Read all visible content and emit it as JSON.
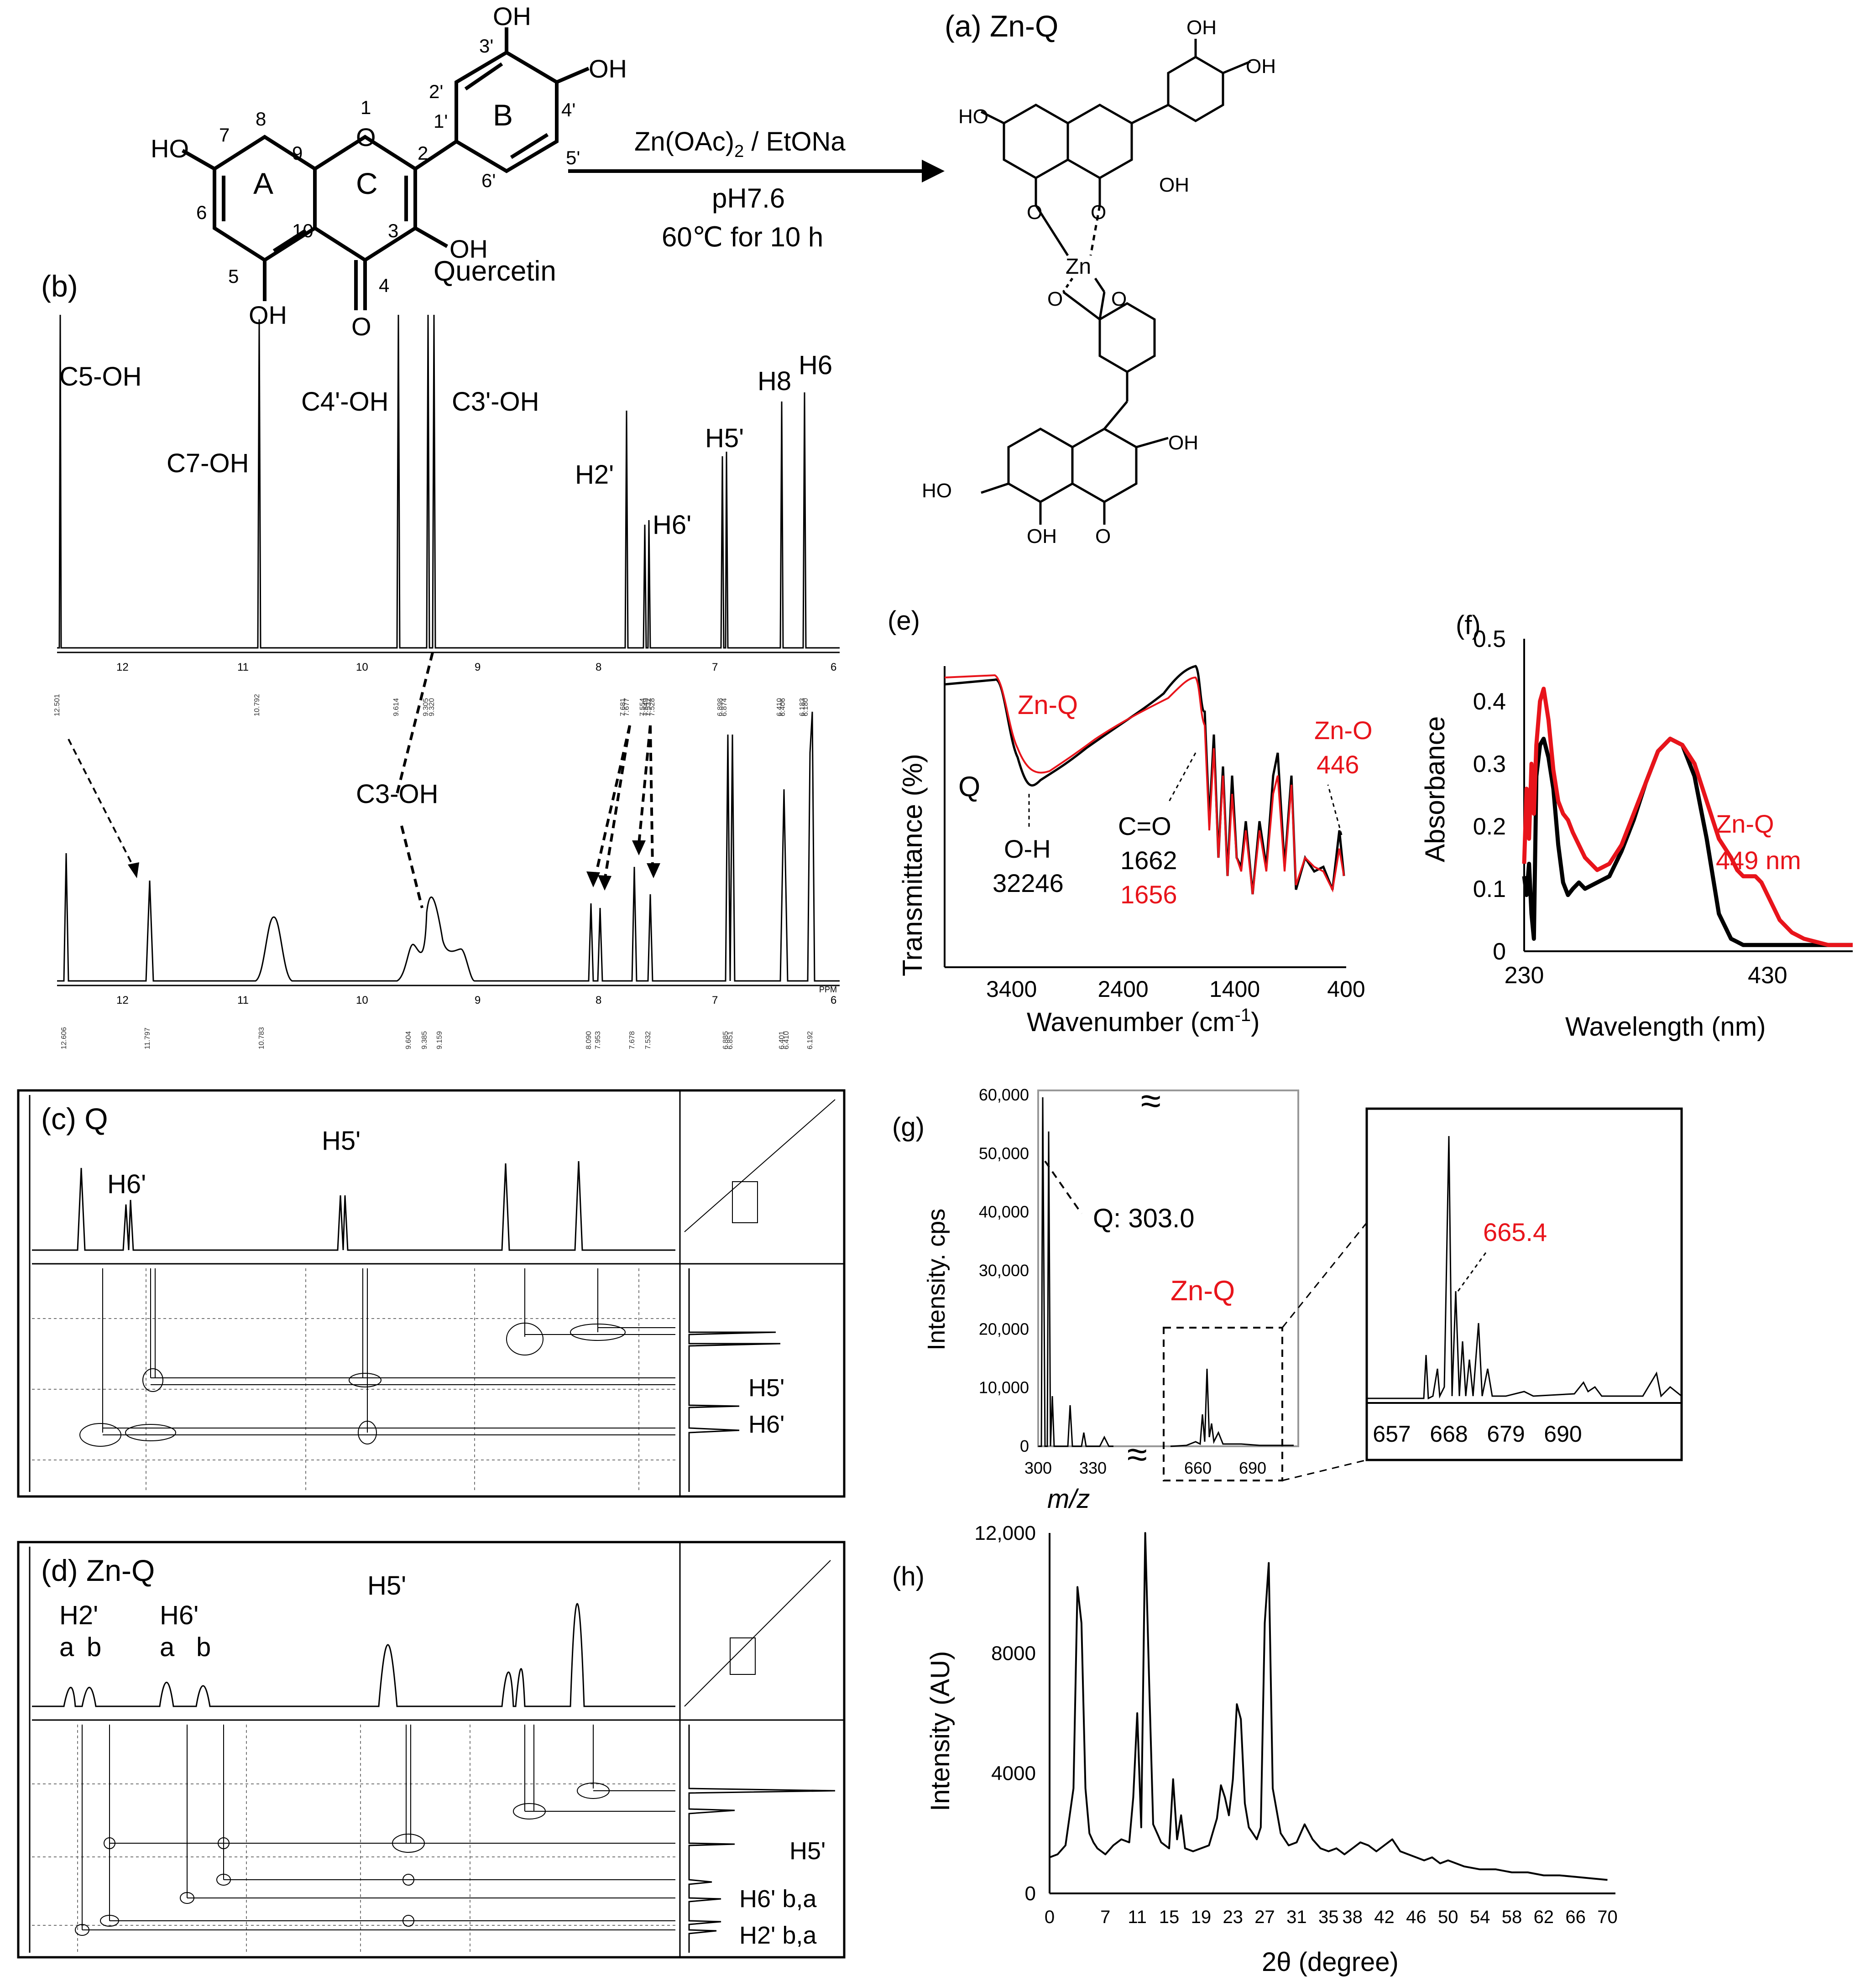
{
  "colors": {
    "black": "#000000",
    "red": "#e8141b",
    "grid": "#777777"
  },
  "scheme": {
    "panel_a_label": "(a) Zn-Q",
    "quercetin_label": "Quercetin",
    "atom_numbers": [
      "1",
      "2",
      "3",
      "4",
      "5",
      "6",
      "7",
      "8",
      "9",
      "10",
      "1'",
      "2'",
      "3'",
      "4'",
      "5'",
      "6'"
    ],
    "ring_labels": [
      "A",
      "B",
      "C"
    ],
    "group_HO": "HO",
    "group_OH": "OH",
    "group_O": "O",
    "metal": "Zn",
    "reagent": "Zn(OAc)",
    "reagent_sub": "2",
    "reagent_tail": " / EtONa",
    "condition_ph": "pH7.6",
    "condition_temp": "60℃ for 10 h"
  },
  "panel_b": {
    "label": "(b)",
    "peak_labels": [
      "C5-OH",
      "C7-OH",
      "C4'-OH",
      "C3'-OH",
      "H2'",
      "H6'",
      "H5'",
      "H8",
      "H6"
    ],
    "c3_label": "C3-OH",
    "top_axis_ticks": [
      "12",
      "11",
      "10",
      "9",
      "8",
      "7",
      "6"
    ],
    "bottom_axis_ticks": [
      "12",
      "11",
      "10",
      "9",
      "8",
      "7",
      "6"
    ],
    "ppm": "PPM",
    "top_integrals": [
      "12.501",
      "10.792",
      "9.614",
      "9.305",
      "9.320",
      "7.681",
      "7.677",
      "7.554",
      "7.549",
      "7.532",
      "7.528",
      "6.898",
      "6.874",
      "6.410",
      "6.406",
      "6.183",
      "6.180"
    ],
    "bottom_integrals": [
      "12.606",
      "11.797",
      "10.783",
      "9.604",
      "9.385",
      "9.159",
      "8.090",
      "7.953",
      "7.678",
      "7.532",
      "6.885",
      "6.851",
      "6.401",
      "6.410",
      "6.192"
    ]
  },
  "panel_c": {
    "label": "(c) Q",
    "top_labels": [
      "H6'",
      "H5'"
    ],
    "side_labels": [
      "H5'",
      "H6'"
    ]
  },
  "panel_d": {
    "label": "(d) Zn-Q",
    "top_labels": [
      "H2'",
      "H6'",
      "H5'"
    ],
    "sub_labels": [
      "a",
      "b",
      "a",
      "b"
    ],
    "side_labels": [
      "H5'",
      "H6' b,a",
      "H2' b,a"
    ]
  },
  "chart_data": [
    {
      "panel": "(e)",
      "type": "line",
      "xlabel": "Wavenumber (cm",
      "xlabel_sup": "-1",
      "xlabel_end": ")",
      "ylabel": "Transmittance (%)",
      "xticks": [
        "3400",
        "2400",
        "1400",
        "400"
      ],
      "xlim": [
        4000,
        400
      ],
      "series": [
        {
          "name": "Q",
          "color": "#000000"
        },
        {
          "name": "Zn-Q",
          "color": "#e8141b"
        }
      ],
      "annotations": {
        "oh": "O-H",
        "oh_value": "32246",
        "co": "C=O",
        "co_q": "1662",
        "co_znq": "1656",
        "zno": "Zn-O",
        "zno_value": "446"
      }
    },
    {
      "panel": "(f)",
      "type": "line",
      "xlabel": "Wavelength (nm)",
      "ylabel": "Absorbance",
      "xticks": [
        "230",
        "430"
      ],
      "yticks": [
        "0",
        "0.1",
        "0.2",
        "0.3",
        "0.4",
        "0.5"
      ],
      "xlim": [
        230,
        500
      ],
      "ylim": [
        0,
        0.5
      ],
      "series": [
        {
          "name": "Q",
          "color": "#000000",
          "x": [
            230,
            232,
            234,
            236,
            238,
            240,
            243,
            246,
            250,
            254,
            258,
            262,
            266,
            270,
            275,
            280,
            290,
            300,
            310,
            320,
            330,
            340,
            350,
            360,
            370,
            380,
            390,
            400,
            405,
            410,
            415,
            420,
            425,
            430,
            440,
            450,
            460,
            480,
            500
          ],
          "y": [
            0.12,
            0.09,
            0.14,
            0.06,
            0.02,
            0.28,
            0.33,
            0.34,
            0.31,
            0.26,
            0.17,
            0.11,
            0.09,
            0.1,
            0.11,
            0.1,
            0.11,
            0.12,
            0.16,
            0.21,
            0.27,
            0.32,
            0.34,
            0.33,
            0.28,
            0.18,
            0.06,
            0.02,
            0.015,
            0.01,
            0.01,
            0.01,
            0.01,
            0.01,
            0.01,
            0.01,
            0.01,
            0.01,
            0.01
          ]
        },
        {
          "name": "Zn-Q",
          "color": "#e8141b",
          "x": [
            230,
            232,
            234,
            236,
            238,
            240,
            243,
            246,
            250,
            254,
            258,
            262,
            266,
            270,
            275,
            280,
            290,
            300,
            310,
            320,
            330,
            340,
            350,
            360,
            370,
            380,
            390,
            400,
            405,
            410,
            415,
            420,
            425,
            430,
            440,
            450,
            460,
            480,
            500
          ],
          "y": [
            0.14,
            0.26,
            0.18,
            0.3,
            0.22,
            0.33,
            0.4,
            0.42,
            0.37,
            0.29,
            0.24,
            0.22,
            0.21,
            0.19,
            0.17,
            0.15,
            0.13,
            0.14,
            0.17,
            0.22,
            0.27,
            0.32,
            0.34,
            0.33,
            0.3,
            0.24,
            0.18,
            0.15,
            0.13,
            0.12,
            0.12,
            0.12,
            0.11,
            0.09,
            0.05,
            0.03,
            0.02,
            0.01,
            0.01
          ]
        }
      ],
      "annotation": {
        "series": "Zn-Q",
        "value": "449 nm"
      }
    },
    {
      "panel": "(g)",
      "type": "line",
      "ylabel": "Intensity. cps",
      "xlabel": "m/z",
      "yticks": [
        "0",
        "10,000",
        "20,000",
        "30,000",
        "40,000",
        "50,000",
        "60,000"
      ],
      "xticks_left": [
        "300",
        "330"
      ],
      "xticks_right": [
        "660",
        "690"
      ],
      "ylim": [
        0,
        60000
      ],
      "annotations": {
        "q": "Q: 303.0",
        "znq": "Zn-Q"
      },
      "inset": {
        "xticks": [
          "657",
          "668",
          "679",
          "690"
        ],
        "peak_label": "665.4"
      }
    },
    {
      "panel": "(h)",
      "type": "line",
      "ylabel": "Intensity (AU)",
      "xlabel": "2θ (degree)",
      "yticks": [
        "0",
        "4000",
        "8000",
        "12,000"
      ],
      "xticks": [
        "0",
        "7",
        "11",
        "15",
        "19",
        "23",
        "27",
        "31",
        "35",
        "38",
        "42",
        "46",
        "50",
        "54",
        "58",
        "62",
        "66",
        "70"
      ],
      "xlim": [
        0,
        71
      ],
      "ylim": [
        0,
        12000
      ],
      "x": [
        0,
        1,
        2,
        3,
        3.5,
        4,
        4.5,
        5,
        5.5,
        6,
        7,
        8,
        9,
        10,
        10.5,
        11,
        11.5,
        12,
        12.5,
        13,
        13.5,
        14,
        15,
        15.5,
        16,
        16.5,
        17,
        18,
        19,
        20,
        21,
        21.5,
        22,
        22.5,
        23,
        23.5,
        24,
        24.5,
        25,
        25.5,
        26,
        26.5,
        27,
        27.5,
        28,
        29,
        30,
        31,
        32,
        33,
        34,
        35,
        36,
        37,
        38,
        39,
        40,
        41,
        42,
        43,
        44,
        45,
        46,
        47,
        48,
        49,
        50,
        52,
        54,
        56,
        58,
        60,
        62,
        64,
        66,
        68,
        70
      ],
      "y": [
        1200,
        1300,
        1600,
        3500,
        10200,
        9000,
        3500,
        2000,
        1700,
        1500,
        1300,
        1600,
        1800,
        1700,
        3200,
        6000,
        2200,
        12000,
        7000,
        2300,
        2000,
        1700,
        1500,
        3800,
        1800,
        2600,
        1500,
        1400,
        1500,
        1600,
        2500,
        3600,
        3200,
        2600,
        3800,
        6300,
        5800,
        3000,
        2200,
        2000,
        1800,
        2200,
        9000,
        11000,
        3500,
        2000,
        1600,
        1700,
        2300,
        1800,
        1500,
        1400,
        1500,
        1300,
        1500,
        1700,
        1600,
        1400,
        1600,
        1800,
        1400,
        1300,
        1200,
        1100,
        1200,
        1000,
        1100,
        900,
        800,
        800,
        700,
        700,
        600,
        600,
        550,
        500,
        450
      ]
    }
  ]
}
